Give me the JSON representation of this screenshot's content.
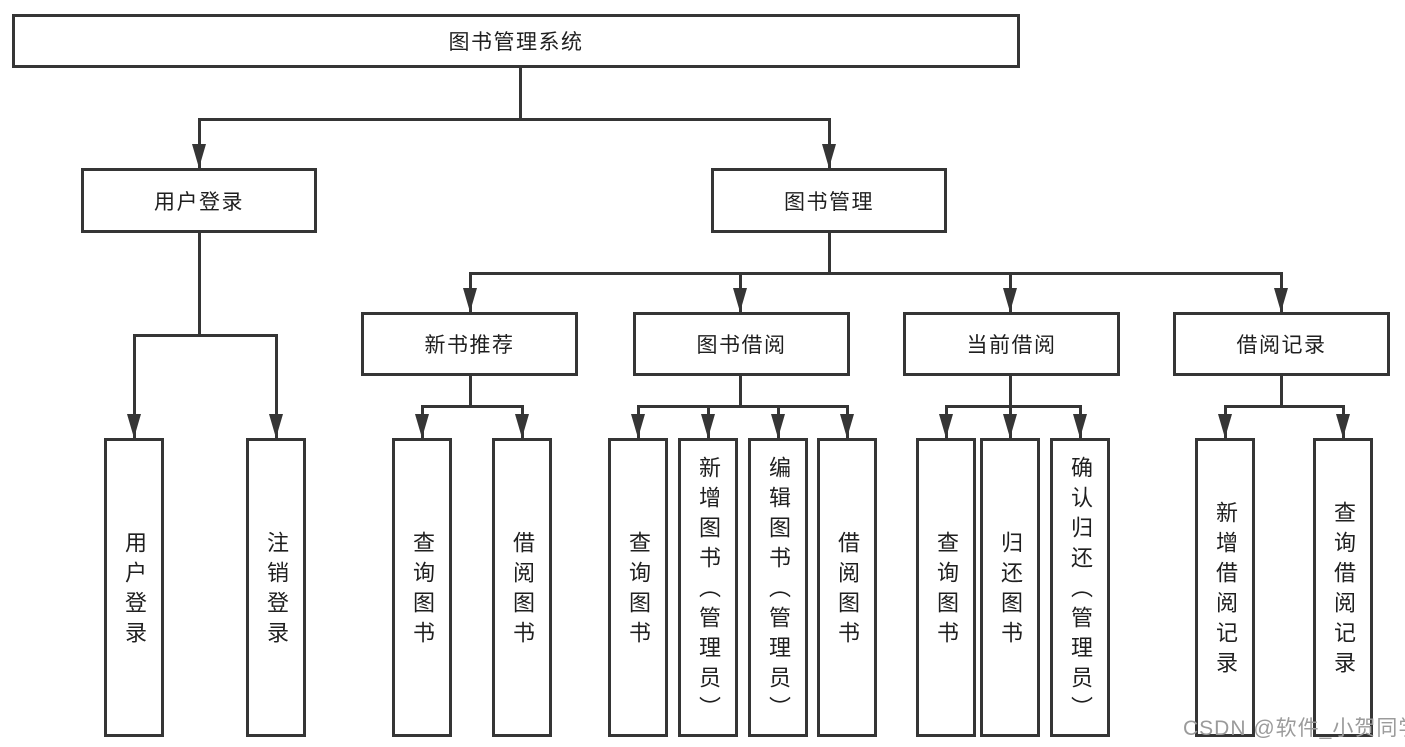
{
  "diagram": {
    "root": {
      "label": "图书管理系统"
    },
    "branches": [
      {
        "label": "用户登录",
        "children": [
          {
            "label": "用户登录"
          },
          {
            "label": "注销登录"
          }
        ]
      },
      {
        "label": "图书管理",
        "children": [
          {
            "label": "新书推荐",
            "children": [
              {
                "label": "查询图书"
              },
              {
                "label": "借阅图书"
              }
            ]
          },
          {
            "label": "图书借阅",
            "children": [
              {
                "label": "查询图书"
              },
              {
                "label": "新增图书（管理员）"
              },
              {
                "label": "编辑图书（管理员）"
              },
              {
                "label": "借阅图书"
              }
            ]
          },
          {
            "label": "当前借阅",
            "children": [
              {
                "label": "查询图书"
              },
              {
                "label": "归还图书"
              },
              {
                "label": "确认归还（管理员）"
              }
            ]
          },
          {
            "label": "借阅记录",
            "children": [
              {
                "label": "新增借阅记录"
              },
              {
                "label": "查询借阅记录"
              }
            ]
          }
        ]
      }
    ]
  },
  "watermark": {
    "text": "CSDN @软件_小贺同学"
  },
  "colors": {
    "line": "#353535",
    "text": "#1f1f1f",
    "watermark": "#9b9b9b",
    "background": "#ffffff"
  }
}
